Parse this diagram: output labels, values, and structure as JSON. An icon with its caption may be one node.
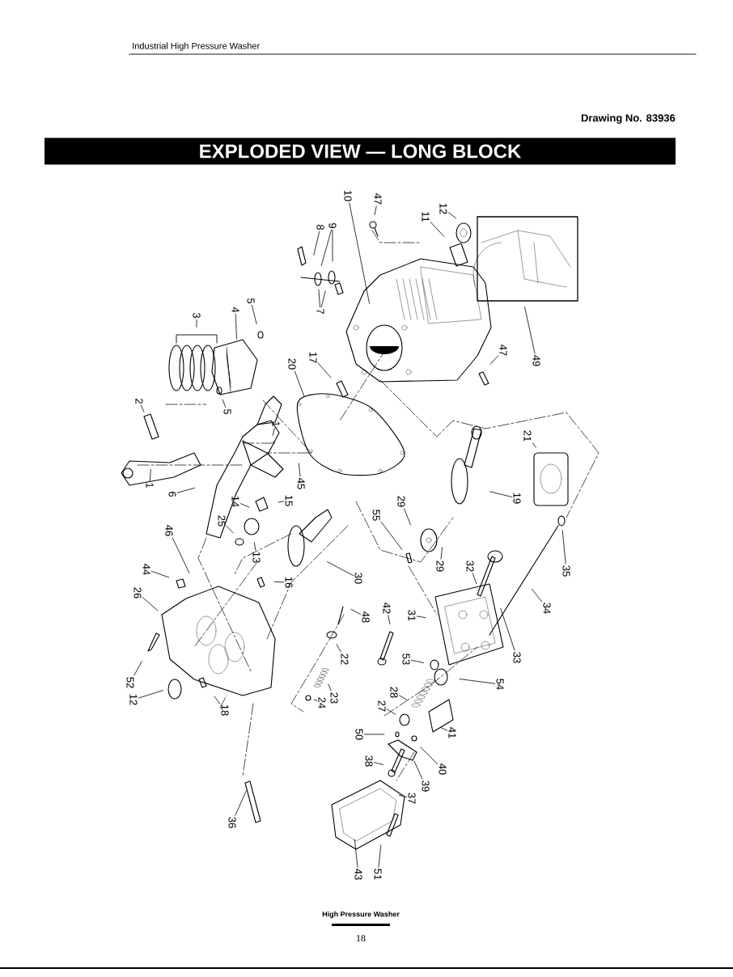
{
  "diagram": {
    "title": "EXPLODED VIEW — LONG BLOCK",
    "nodes": [
      {
        "text": [
          "10"
        ]
      },
      {
        "text": [
          "47"
        ]
      },
      {
        "text": [
          "11"
        ]
      },
      {
        "text": [
          "12"
        ]
      },
      {
        "text": [
          "8"
        ]
      },
      {
        "text": [
          "9"
        ]
      },
      {
        "text": [
          "7"
        ]
      },
      {
        "text": [
          "3"
        ]
      },
      {
        "text": [
          "4"
        ]
      },
      {
        "text": [
          "5"
        ]
      },
      {
        "text": [
          "2"
        ]
      },
      {
        "text": [
          "5"
        ]
      },
      {
        "text": [
          "1"
        ]
      },
      {
        "text": [
          "1"
        ]
      },
      {
        "text": [
          "6"
        ]
      },
      {
        "text": [
          "45"
        ]
      },
      {
        "text": [
          "20"
        ]
      },
      {
        "text": [
          "17"
        ]
      },
      {
        "text": [
          "47"
        ]
      },
      {
        "text": [
          "49"
        ]
      },
      {
        "text": [
          "21"
        ]
      },
      {
        "text": [
          "19"
        ]
      },
      {
        "text": [
          "29"
        ]
      },
      {
        "text": [
          "14"
        ]
      },
      {
        "text": [
          "15"
        ]
      },
      {
        "text": [
          "25"
        ]
      },
      {
        "text": [
          "13"
        ]
      },
      {
        "text": [
          "46"
        ]
      },
      {
        "text": [
          "44"
        ]
      },
      {
        "text": [
          "26"
        ]
      },
      {
        "text": [
          "52"
        ]
      },
      {
        "text": [
          "12"
        ]
      },
      {
        "text": [
          "18"
        ]
      },
      {
        "text": [
          "16"
        ]
      },
      {
        "text": [
          "30"
        ]
      },
      {
        "text": [
          "55"
        ]
      },
      {
        "text": [
          "29"
        ]
      },
      {
        "text": [
          "48"
        ]
      },
      {
        "text": [
          "22"
        ]
      },
      {
        "text": [
          "23"
        ]
      },
      {
        "text": [
          "24"
        ]
      },
      {
        "text": [
          "32"
        ]
      },
      {
        "text": [
          "33"
        ]
      },
      {
        "text": [
          "34"
        ]
      },
      {
        "text": [
          "35"
        ]
      },
      {
        "text": [
          "42"
        ]
      },
      {
        "text": [
          "31"
        ]
      },
      {
        "text": [
          "53"
        ]
      },
      {
        "text": [
          "54"
        ]
      },
      {
        "text": [
          "28"
        ]
      },
      {
        "text": [
          "27"
        ]
      },
      {
        "text": [
          "50"
        ]
      },
      {
        "text": [
          "41"
        ]
      },
      {
        "text": [
          "40"
        ]
      },
      {
        "text": [
          "39"
        ]
      },
      {
        "text": [
          "38"
        ]
      },
      {
        "text": [
          "37"
        ]
      },
      {
        "text": [
          "36"
        ]
      },
      {
        "text": [
          "43"
        ]
      },
      {
        "text": [
          "51"
        ]
      }
    ],
    "edges": [
      {
        "from": 0,
        "to": null,
        "arrow": "none"
      },
      {
        "from": 1,
        "to": null,
        "arrow": "none"
      },
      {
        "from": 2,
        "to": null,
        "arrow": "none"
      },
      {
        "from": 3,
        "to": null,
        "arrow": "none"
      },
      {
        "from": 4,
        "to": null,
        "arrow": "none"
      },
      {
        "from": 5,
        "to": null,
        "arrow": "none"
      },
      {
        "from": 5,
        "to": null,
        "arrow": "none"
      },
      {
        "from": 6,
        "to": null,
        "arrow": "none"
      },
      {
        "from": 6,
        "to": null,
        "arrow": "none"
      },
      {
        "from": 7,
        "to": null,
        "arrow": "none"
      },
      {
        "from": 8,
        "to": null,
        "arrow": "none"
      },
      {
        "from": 9,
        "to": null,
        "arrow": "none"
      },
      {
        "from": 10,
        "to": null,
        "arrow": "none"
      },
      {
        "from": 11,
        "to": null,
        "arrow": "none"
      },
      {
        "from": 12,
        "to": null,
        "arrow": "none"
      },
      {
        "from": 13,
        "to": null,
        "arrow": "none"
      },
      {
        "from": 14,
        "to": null,
        "arrow": "none"
      },
      {
        "from": 15,
        "to": null,
        "arrow": "none"
      },
      {
        "from": 16,
        "to": null,
        "arrow": "none"
      },
      {
        "from": 17,
        "to": null,
        "arrow": "none"
      },
      {
        "from": 18,
        "to": null,
        "arrow": "none"
      },
      {
        "from": 19,
        "to": null,
        "arrow": "none"
      },
      {
        "from": 20,
        "to": null,
        "arrow": "none"
      },
      {
        "from": 21,
        "to": null,
        "arrow": "none"
      },
      {
        "from": 22,
        "to": null,
        "arrow": "none"
      },
      {
        "from": 23,
        "to": null,
        "arrow": "none"
      },
      {
        "from": 24,
        "to": null,
        "arrow": "none"
      },
      {
        "from": 25,
        "to": null,
        "arrow": "none"
      },
      {
        "from": 26,
        "to": null,
        "arrow": "none"
      },
      {
        "from": 27,
        "to": null,
        "arrow": "none"
      },
      {
        "from": 28,
        "to": null,
        "arrow": "none"
      },
      {
        "from": 29,
        "to": null,
        "arrow": "none"
      },
      {
        "from": 30,
        "to": null,
        "arrow": "none"
      },
      {
        "from": 31,
        "to": null,
        "arrow": "none"
      },
      {
        "from": 32,
        "to": null,
        "arrow": "none"
      },
      {
        "from": 33,
        "to": null,
        "arrow": "none"
      },
      {
        "from": 34,
        "to": null,
        "arrow": "none"
      },
      {
        "from": 35,
        "to": null,
        "arrow": "none"
      },
      {
        "from": 36,
        "to": null,
        "arrow": "none"
      },
      {
        "from": 37,
        "to": null,
        "arrow": "none"
      },
      {
        "from": 38,
        "to": null,
        "arrow": "none"
      },
      {
        "from": 39,
        "to": null,
        "arrow": "none"
      },
      {
        "from": 40,
        "to": null,
        "arrow": "none"
      },
      {
        "from": 41,
        "to": null,
        "arrow": "none"
      },
      {
        "from": 42,
        "to": null,
        "arrow": "none"
      },
      {
        "from": 43,
        "to": null,
        "arrow": "none"
      },
      {
        "from": 44,
        "to": null,
        "arrow": "none"
      },
      {
        "from": 45,
        "to": null,
        "arrow": "none"
      },
      {
        "from": 46,
        "to": null,
        "arrow": "none"
      },
      {
        "from": 47,
        "to": null,
        "arrow": "none"
      },
      {
        "from": 48,
        "to": null,
        "arrow": "none"
      },
      {
        "from": 49,
        "to": null,
        "arrow": "none"
      },
      {
        "from": 50,
        "to": null,
        "arrow": "none"
      },
      {
        "from": 51,
        "to": null,
        "arrow": "none"
      },
      {
        "from": 52,
        "to": null,
        "arrow": "none"
      },
      {
        "from": 53,
        "to": null,
        "arrow": "none"
      },
      {
        "from": 54,
        "to": null,
        "arrow": "none"
      },
      {
        "from": 55,
        "to": null,
        "arrow": "none"
      },
      {
        "from": 56,
        "to": null,
        "arrow": "none"
      },
      {
        "from": 57,
        "to": null,
        "arrow": "none"
      },
      {
        "from": 58,
        "to": null,
        "arrow": "none"
      },
      {
        "from": 59,
        "to": null,
        "arrow": "none"
      }
    ],
    "labels": [
      "Industrial High Pressure Washer",
      "Drawing No. 83936",
      "High Pressure Washer",
      "18"
    ]
  }
}
